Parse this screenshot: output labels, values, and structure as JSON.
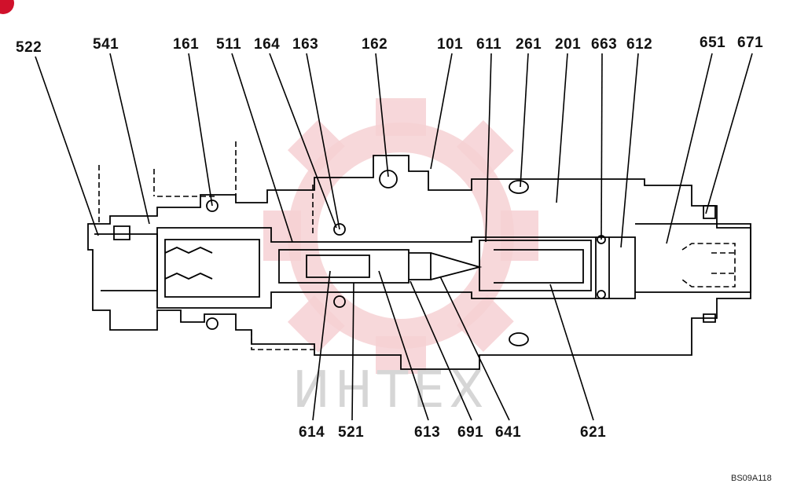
{
  "diagram": {
    "watermark": "ИНТЕХ",
    "reference": "BS09A118",
    "callouts_top": [
      "522",
      "541",
      "161",
      "511",
      "164",
      "163",
      "162",
      "101",
      "611",
      "261",
      "201",
      "663",
      "612",
      "651",
      "671"
    ],
    "callouts_bottom": [
      "614",
      "521",
      "613",
      "691",
      "641",
      "621"
    ]
  },
  "colors": {
    "line": "#000000",
    "watermark_gear": "#f4c9cc",
    "watermark_text": "#d6d6d6",
    "badge": "#d0112b"
  }
}
